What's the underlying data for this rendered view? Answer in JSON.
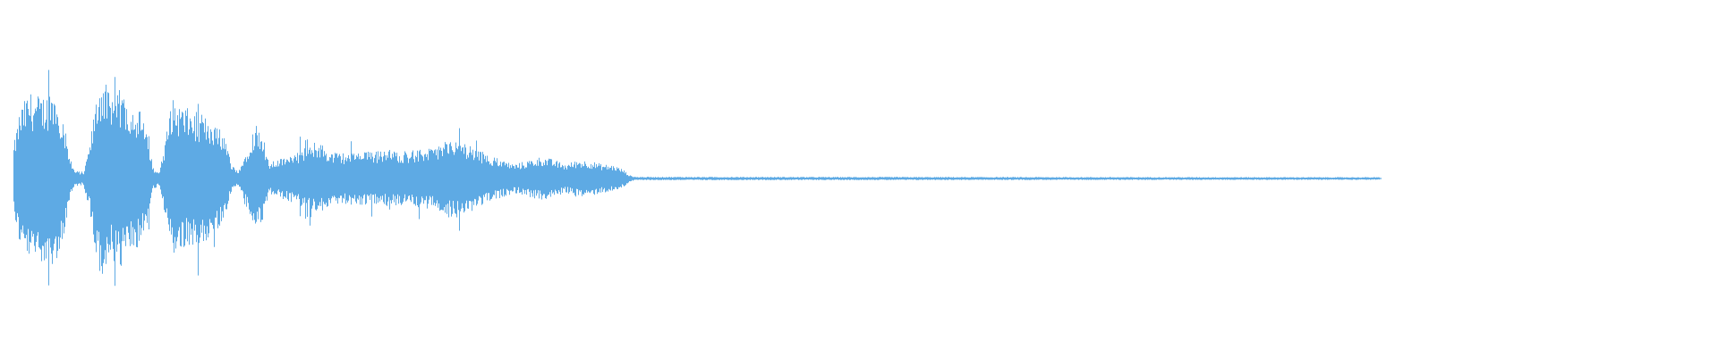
{
  "waveform": {
    "color": "#5eaae4",
    "background": "#ffffff",
    "active_fraction_of_track": 0.46,
    "envelope": [
      [
        0.0,
        0.3
      ],
      [
        0.004,
        0.62
      ],
      [
        0.01,
        0.78
      ],
      [
        0.018,
        0.74
      ],
      [
        0.026,
        0.8
      ],
      [
        0.032,
        0.6
      ],
      [
        0.036,
        0.25
      ],
      [
        0.04,
        0.07
      ],
      [
        0.046,
        0.06
      ],
      [
        0.05,
        0.3
      ],
      [
        0.054,
        0.7
      ],
      [
        0.058,
        0.95
      ],
      [
        0.064,
        0.72
      ],
      [
        0.07,
        0.8
      ],
      [
        0.078,
        0.68
      ],
      [
        0.084,
        0.6
      ],
      [
        0.088,
        0.4
      ],
      [
        0.092,
        0.1
      ],
      [
        0.096,
        0.06
      ],
      [
        0.1,
        0.35
      ],
      [
        0.104,
        0.72
      ],
      [
        0.11,
        0.66
      ],
      [
        0.116,
        0.62
      ],
      [
        0.124,
        0.58
      ],
      [
        0.132,
        0.52
      ],
      [
        0.138,
        0.4
      ],
      [
        0.144,
        0.12
      ],
      [
        0.148,
        0.07
      ],
      [
        0.152,
        0.2
      ],
      [
        0.156,
        0.38
      ],
      [
        0.16,
        0.5
      ],
      [
        0.164,
        0.42
      ],
      [
        0.168,
        0.14
      ],
      [
        0.172,
        0.16
      ],
      [
        0.18,
        0.2
      ],
      [
        0.19,
        0.26
      ],
      [
        0.196,
        0.32
      ],
      [
        0.202,
        0.33
      ],
      [
        0.208,
        0.24
      ],
      [
        0.22,
        0.23
      ],
      [
        0.24,
        0.25
      ],
      [
        0.26,
        0.25
      ],
      [
        0.276,
        0.27
      ],
      [
        0.284,
        0.34
      ],
      [
        0.29,
        0.36
      ],
      [
        0.296,
        0.33
      ],
      [
        0.304,
        0.28
      ],
      [
        0.312,
        0.22
      ],
      [
        0.32,
        0.18
      ],
      [
        0.33,
        0.13
      ],
      [
        0.338,
        0.16
      ],
      [
        0.348,
        0.2
      ],
      [
        0.356,
        0.17
      ],
      [
        0.364,
        0.13
      ],
      [
        0.372,
        0.17
      ],
      [
        0.38,
        0.16
      ],
      [
        0.388,
        0.13
      ],
      [
        0.396,
        0.12
      ],
      [
        0.402,
        0.08
      ],
      [
        0.406,
        0.03
      ],
      [
        0.41,
        0.015
      ],
      [
        0.9,
        0.012
      ],
      [
        0.902,
        0.0
      ]
    ]
  }
}
